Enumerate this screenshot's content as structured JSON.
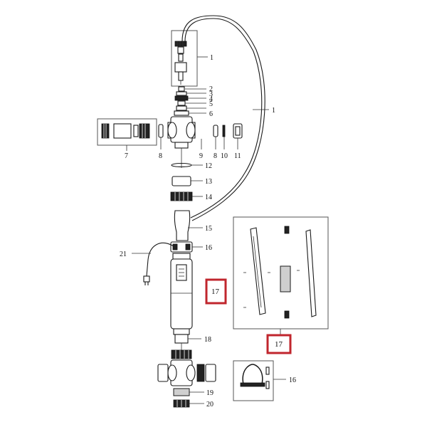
{
  "callouts": {
    "c1_top": "1",
    "c1_hose": "1",
    "c2": "2",
    "c3": "3",
    "c4": "4",
    "c5": "5",
    "c6": "6",
    "c7": "7",
    "c8a": "8",
    "c8b": "8",
    "c9": "9",
    "c10": "10",
    "c11": "11",
    "c12": "12",
    "c13": "13",
    "c14": "14",
    "c15": "15",
    "c16": "16",
    "c17_main": "17",
    "c18": "18",
    "c19": "19",
    "c20": "20",
    "c21": "21",
    "c17_inset": "17",
    "c16_inset": "16"
  },
  "colors": {
    "highlight": "#c0262d",
    "line": "#1a1a1a"
  }
}
